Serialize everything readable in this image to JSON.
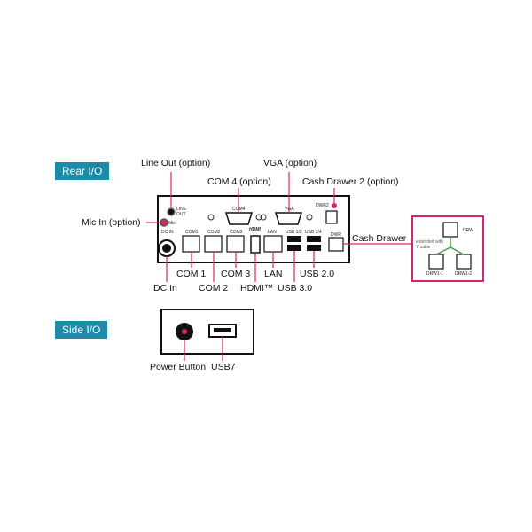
{
  "sections": {
    "rear_title": "Rear I/O",
    "side_title": "Side I/O"
  },
  "rear_callouts": {
    "line_out": "Line Out (option)",
    "vga": "VGA (option)",
    "com4": "COM 4 (option)",
    "cash_drawer2": "Cash Drawer 2 (option)",
    "mic_in": "Mic In (option)",
    "cash_drawer": "Cash Drawer",
    "com1": "COM 1",
    "com3": "COM 3",
    "lan": "LAN",
    "usb20": "USB 2.0",
    "dc_in": "DC In",
    "com2": "COM 2",
    "hdmi": "HDMI™",
    "usb30": "USB 3.0"
  },
  "panel_silkscreen": {
    "line_out": "LINE OUT",
    "com4": "COM4",
    "vga": "VGA",
    "dwr2": "DWR2",
    "mic": "Mic",
    "dc_in": "DC IN",
    "com1": "COM1",
    "com2": "COM2",
    "com3": "COM3",
    "hdmi": "HDMI",
    "lan": "LAN",
    "usb12": "USB 1/2",
    "usb34": "USB 3/4",
    "dwr": "DWR"
  },
  "drawer_diagram": {
    "drw": "DRW",
    "note": "extended with Y cable",
    "drw1": "DRW1-1",
    "drw2": "DRW1-2"
  },
  "side_callouts": {
    "power": "Power Button",
    "usb7": "USB7"
  },
  "colors": {
    "tag_bg": "#1d8aa8",
    "callout_line": "#d6246e",
    "cable_line": "#3aa13a",
    "panel_border": "#111111"
  }
}
